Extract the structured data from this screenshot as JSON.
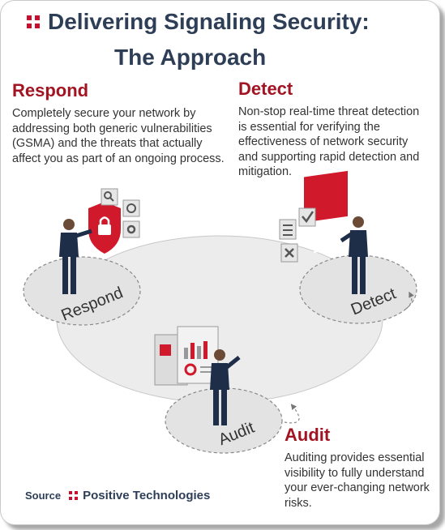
{
  "title": {
    "line1": "Delivering Signaling Security:",
    "line2": "The Approach"
  },
  "sections": {
    "respond": {
      "heading": "Respond",
      "text": "Completely secure your network by addressing both generic vulnerabilities (GSMA) and the threats that actually affect you as part of an ongoing process."
    },
    "detect": {
      "heading": "Detect",
      "text": "Non-stop real-time threat detection is essential for verifying the effectiveness of network security and supporting rapid detection and mitigation."
    },
    "audit": {
      "heading": "Audit",
      "text": "Auditing provides essential visibility to fully understand your ever-changing network risks."
    }
  },
  "diagram": {
    "respond_label": "Respond",
    "detect_label": "Detect",
    "audit_label": "Audit"
  },
  "source": {
    "label": "Source",
    "company": "Positive Technologies"
  },
  "colors": {
    "accent_red": "#a31422",
    "brand_red": "#c8102e",
    "title_navy": "#2d3e56"
  }
}
